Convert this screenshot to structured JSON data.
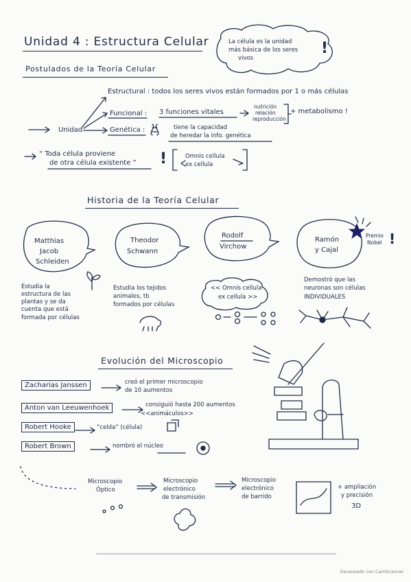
{
  "header": {
    "title": "Unidad 4 : Estructura Celular",
    "cloud_text": [
      "La célula es la unidad",
      "más básica de los seres",
      "vivos"
    ]
  },
  "postulados": {
    "heading": "Postulados de la Teoría Celular",
    "root": "Unidad",
    "branches": {
      "estructural": "Estructural : todos los seres vivos están formados por 1 o más células",
      "funcional_label": "Funcional :",
      "funcional_text": "3 funciones vitales",
      "funciones": [
        "nutrición",
        "relación",
        "reproducción"
      ],
      "metabolismo": "+ metabolismo !",
      "genetica_label": "Genética :",
      "genetica_text": [
        "tiene la capacidad",
        "de heredar la info. genética"
      ]
    },
    "quote": [
      "“ Toda célula proviene",
      "de otra célula existente ”"
    ],
    "omnis": [
      "Omnis cellula",
      "ex cellula"
    ]
  },
  "historia": {
    "heading": "Historia de la Teoría Celular",
    "scientists": [
      {
        "name": [
          "Matthias",
          "Jacob",
          "Schleiden"
        ],
        "desc": [
          "Estudia la",
          "estructura de las",
          "plantas y se da",
          "cuenta que está",
          "formada por células"
        ]
      },
      {
        "name": [
          "Theodor",
          "Schwann"
        ],
        "desc": [
          "Estudia los tejidos",
          "animales, tb",
          "formados por células"
        ]
      },
      {
        "name": [
          "Rodolf",
          "Virchow"
        ],
        "desc": [
          "<< Omnis cellula",
          "ex cellula >>"
        ]
      },
      {
        "name": [
          "Ramón",
          "y Cajal"
        ],
        "desc": [
          "Demostró que las",
          "neuronas son células",
          "INDIVIDUALES"
        ]
      }
    ],
    "nobel": [
      "Premio",
      "Nobel"
    ]
  },
  "microscopio": {
    "heading": "Evolución del Microscopio",
    "people": [
      {
        "name": "Zacharias Janssen",
        "desc": [
          "creó el primer microscopio",
          "de 10 aumentos"
        ]
      },
      {
        "name": "Anton van Leeuwenhoek",
        "desc": [
          "consiguió hasta 200 aumentos",
          "<<animáculos>>"
        ]
      },
      {
        "name": "Robert Hooke",
        "desc": [
          "“celda” (célula)"
        ]
      },
      {
        "name": "Robert Brown",
        "desc": [
          "nombró el núcleo"
        ]
      }
    ],
    "evolution": [
      [
        "Microscopio",
        "Óptico"
      ],
      [
        "Microscopio",
        "electrónico",
        "de transmisión"
      ],
      [
        "Microscopio",
        "electrónico",
        "de barrido"
      ]
    ],
    "extra": [
      "+ ampliación",
      "y precisión",
      "3D"
    ]
  },
  "footer": {
    "scanner": "Escaneado con CamScanner"
  },
  "colors": {
    "ink": "#1f2a44",
    "star": "#1b1f66"
  }
}
